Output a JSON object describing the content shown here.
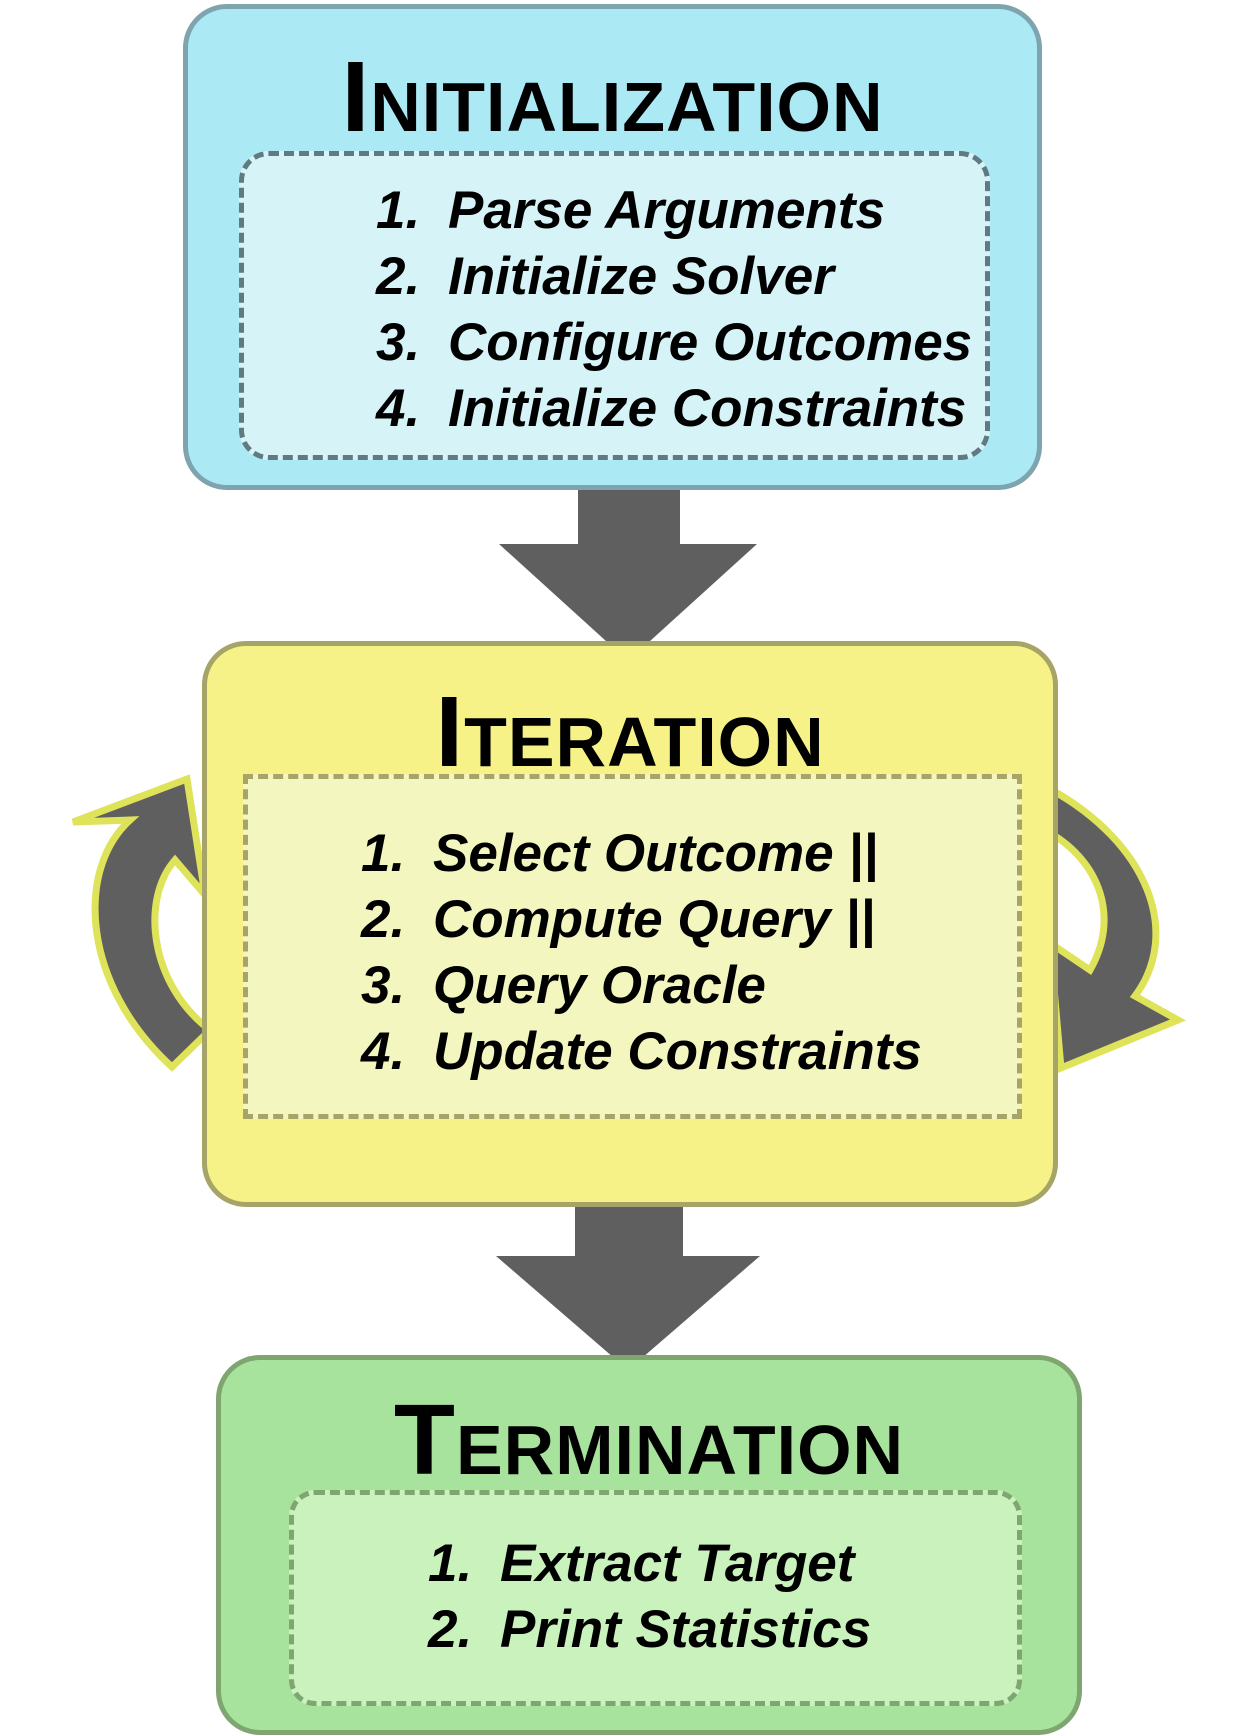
{
  "stages": {
    "initialization": {
      "title": "Initialization",
      "steps": [
        {
          "num": "1.",
          "label": "Parse Arguments"
        },
        {
          "num": "2.",
          "label": "Initialize Solver"
        },
        {
          "num": "3.",
          "label": "Configure Outcomes"
        },
        {
          "num": "4.",
          "label": "Initialize Constraints"
        }
      ]
    },
    "iteration": {
      "title": "Iteration",
      "steps": [
        {
          "num": "1.",
          "label": "Select Outcome ||"
        },
        {
          "num": "2.",
          "label": "Compute Query ||"
        },
        {
          "num": "3.",
          "label": "Query Oracle"
        },
        {
          "num": "4.",
          "label": "Update Constraints"
        }
      ]
    },
    "termination": {
      "title": "Termination",
      "steps": [
        {
          "num": "1.",
          "label": "Extract Target"
        },
        {
          "num": "2.",
          "label": "Print Statistics"
        }
      ]
    }
  },
  "colors": {
    "initialization_fill": "#abe9f5",
    "initialization_inner": "#d6f4f8",
    "iteration_fill": "#f7f287",
    "iteration_inner": "#f3f6be",
    "termination_fill": "#a8e39d",
    "termination_inner": "#c9f2bd",
    "arrow_fill": "#5f5f5f",
    "loop_arrow_outline": "#dfe35a"
  },
  "icons": {
    "flow_arrow": "down-arrow-icon",
    "loop_left": "curved-arrow-up-icon",
    "loop_right": "curved-arrow-down-icon"
  }
}
